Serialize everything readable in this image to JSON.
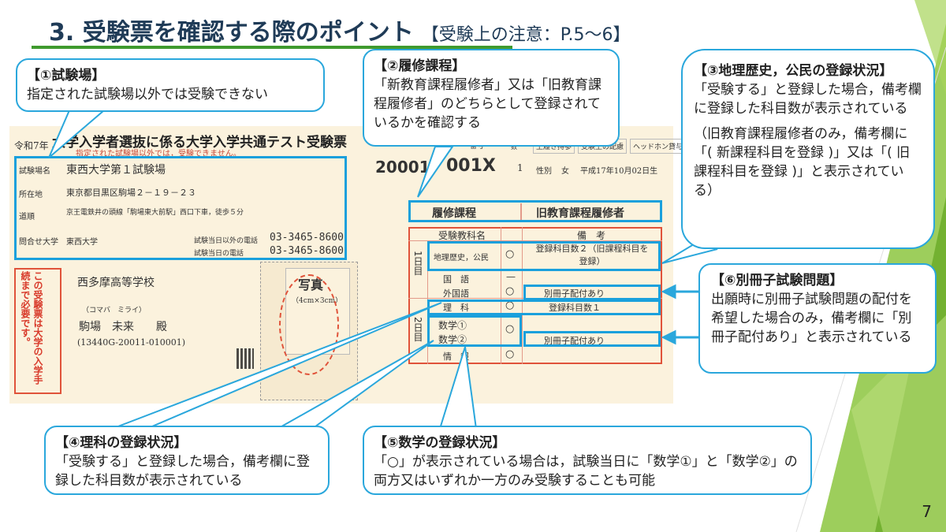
{
  "slide": {
    "title": "3. 受験票を確認する際のポイント",
    "subtitle": "【受験上の注意：P.5〜6】",
    "page_number": "7"
  },
  "ticket": {
    "header_year": "令和7年",
    "header_title": "大学入学者選抜に係る大学入学共通テスト受験票",
    "header_note": "指定された試験場以外では，受験できません。",
    "exam_number_label": "番号",
    "exam_number": "20001",
    "exam_number_suffix": "001X",
    "issue_label": "発行回数",
    "issue_count": "1",
    "tags": [
      "上履き持参",
      "受験上の配慮",
      "ヘッドホン貸与"
    ],
    "gender_label": "性別",
    "gender": "女",
    "birth": "平成17年10月02日生",
    "venue_rows": [
      {
        "label": "試験場名",
        "value": "東西大学第１試験場"
      },
      {
        "label": "所在地",
        "value": "東京都目黒区駒場２－１９－２３"
      },
      {
        "label": "道順",
        "value": "京王電鉄井の頭線「駒場東大前駅」西口下車，徒歩５分"
      },
      {
        "label": "問合せ大学",
        "value": "東西大学"
      }
    ],
    "phone_rows": [
      {
        "label": "試験当日以外の電話",
        "value": "03-3465-8600"
      },
      {
        "label": "試験当日の電話",
        "value": "03-3465-8600"
      }
    ],
    "vertical_notice": "この受験票は大学の入学手続まで必要です。",
    "school": "西多摩高等学校",
    "furigana": "（コマバ　ミライ）",
    "name": "駒場　未来　　殿",
    "code": "(13440G-20011-010001)",
    "photo_label": "写真",
    "photo_size": "（4cm×3cm）",
    "course_label": "履修課程",
    "course_value": "旧教育課程履修者",
    "subjects_header": "受験教科名",
    "remarks_header": "備　考",
    "day1": "1日目",
    "day2": "2日目",
    "subjects": [
      {
        "name": "地理歴史，公民",
        "mark": "○",
        "remark": "登録科目数２（旧課程科目を登録）"
      },
      {
        "name": "国　語",
        "mark": "—",
        "remark": ""
      },
      {
        "name": "外国語",
        "mark": "○",
        "remark": "別冊子配付あり"
      },
      {
        "name": "理　科",
        "mark": "○",
        "remark": "登録科目数１"
      },
      {
        "name": "数学①",
        "mark": "○",
        "remark": ""
      },
      {
        "name": "数学②",
        "mark": "",
        "remark": "別冊子配付あり"
      },
      {
        "name": "情　報",
        "mark": "○",
        "remark": ""
      }
    ]
  },
  "callouts": {
    "c1": {
      "heading": "【①試験場】",
      "body": "指定された試験場以外では受験できない"
    },
    "c2": {
      "heading": "【②履修課程】",
      "body": "「新教育課程履修者」又は「旧教育課程履修者」のどちらとして登録されているかを確認する"
    },
    "c3": {
      "heading": "【③地理歴史，公民の登録状況】",
      "body": "「受験する」と登録した場合，備考欄に登録した科目数が表示されている",
      "body2": "（旧教育課程履修者のみ，備考欄に「( 新課程科目を登録 )」又は「( 旧課程科目を登録 )」と表示されている）"
    },
    "c4": {
      "heading": "【④理科の登録状況】",
      "body": "「受験する」と登録した場合，備考欄に登録した科目数が表示されている"
    },
    "c5": {
      "heading": "【⑤数学の登録状況】",
      "body": "「○」が表示されている場合は，試験当日に「数学①」と「数学②」の両方又はいずれか一方のみ受験することも可能"
    },
    "c6": {
      "heading": "【⑥別冊子試験問題】",
      "body": "出願時に別冊子試験問題の配付を希望した場合のみ，備考欄に「別冊子配付あり」と表示されている"
    }
  },
  "colors": {
    "accent": "#2aa7dc",
    "title_underline": "#3f9a2e",
    "deco_green": "#8cc63f",
    "ticket_red": "#e0533a"
  }
}
